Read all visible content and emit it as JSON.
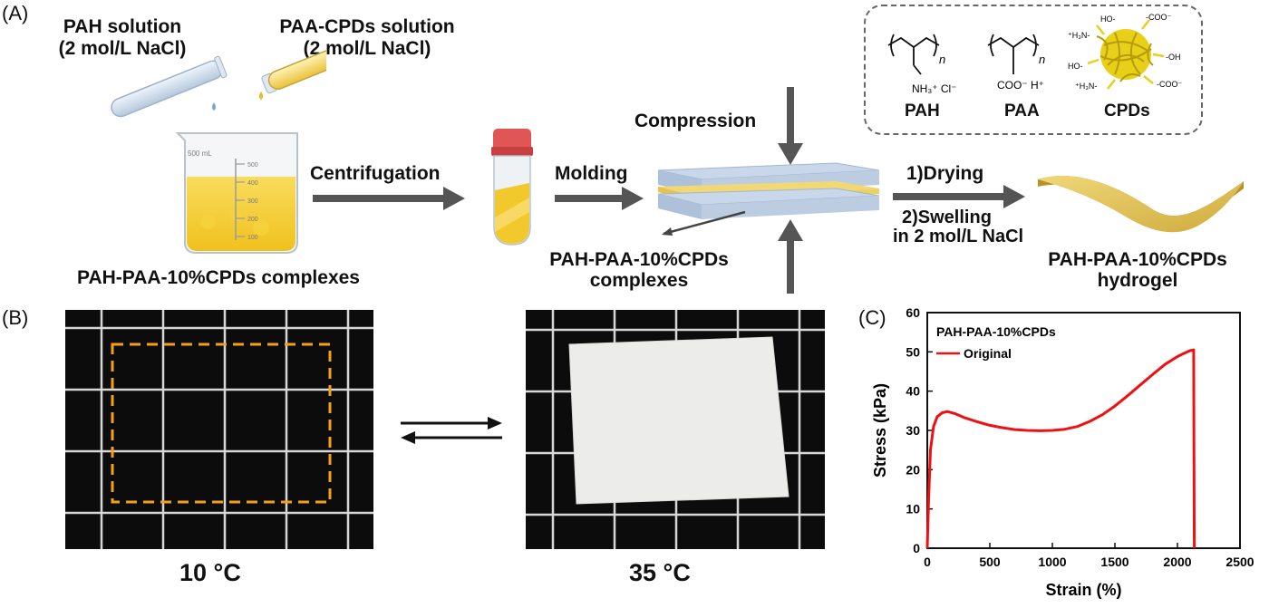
{
  "panel_a": {
    "label": "(A)",
    "pah_solution_line1": "PAH solution",
    "pah_solution_line2": "(2 mol/L NaCl)",
    "paa_solution_line1": "PAA-CPDs solution",
    "paa_solution_line2": "(2 mol/L NaCl)",
    "beaker_volume": "500 mL",
    "beaker_ticks": [
      "500",
      "400",
      "300",
      "200",
      "100"
    ],
    "beaker_caption": "PAH-PAA-10%CPDs  complexes",
    "step_centrifugation": "Centrifugation",
    "step_molding": "Molding",
    "step_compression": "Compression",
    "mold_caption_line1": "PAH-PAA-10%CPDs",
    "mold_caption_line2": "complexes",
    "step_drying": "1)Drying",
    "step_swelling_line1": "2)Swelling",
    "step_swelling_line2": "in 2 mol/L  NaCl",
    "hydrogel_caption_line1": "PAH-PAA-10%CPDs",
    "hydrogel_caption_line2": "hydrogel",
    "legend": {
      "pah": "PAH",
      "paa": "PAA",
      "cpds": "CPDs",
      "pah_group": "NH₃⁺ Cl⁻",
      "paa_group": "COO⁻ H⁺",
      "repeat_index": "n",
      "cpd_groups": [
        "HO-",
        "-COO⁻",
        "⁺H₃N-",
        "-OH",
        "HO-",
        "⁺H₃N-",
        "-COO⁻"
      ]
    }
  },
  "panel_b": {
    "label": "(B)",
    "left_temp": "10 °C",
    "right_temp": "35 °C"
  },
  "panel_c": {
    "label": "(C)"
  },
  "colors": {
    "arrow": "#555555",
    "curve": "#ee1111",
    "dashed_outline": "#f2a01c",
    "yellow_liquid": "#f4cf3a",
    "hydrogel": "#e6c95e"
  },
  "chart_data": {
    "type": "line",
    "title": "PAH-PAA-10%CPDs",
    "xlabel": "Strain (%)",
    "ylabel": "Stress (kPa)",
    "xlim": [
      0,
      2500
    ],
    "ylim": [
      0,
      60
    ],
    "xticks": [
      0,
      500,
      1000,
      1500,
      2000,
      2500
    ],
    "yticks": [
      0,
      10,
      20,
      30,
      40,
      50,
      60
    ],
    "legend_position": "top-left",
    "series": [
      {
        "name": "Original",
        "color": "#ee1111",
        "x": [
          0,
          10,
          25,
          50,
          80,
          120,
          160,
          220,
          300,
          400,
          500,
          600,
          700,
          800,
          900,
          1000,
          1100,
          1200,
          1300,
          1400,
          1500,
          1600,
          1700,
          1800,
          1900,
          2000,
          2050,
          2100,
          2130,
          2132,
          2135
        ],
        "y": [
          0,
          12,
          25,
          31,
          33.5,
          34.5,
          34.8,
          34.3,
          33.2,
          32.2,
          31.3,
          30.7,
          30.2,
          30.0,
          29.9,
          30.0,
          30.3,
          31.0,
          32.3,
          34.0,
          36.2,
          38.8,
          41.5,
          44.2,
          46.8,
          48.8,
          49.6,
          50.3,
          50.5,
          25,
          0
        ]
      }
    ]
  }
}
